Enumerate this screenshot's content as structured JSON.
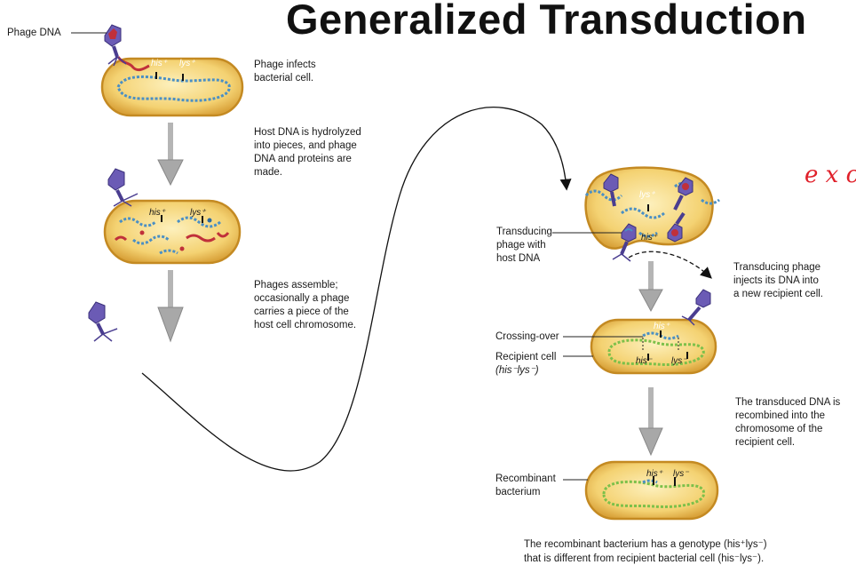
{
  "title": "Generalized Transduction",
  "handwriting": "e x c",
  "labels": {
    "phage_dna": "Phage DNA",
    "transducing_phage": [
      "Transducing",
      "phage with",
      "host DNA"
    ],
    "crossing_over": "Crossing-over",
    "recipient_cell": [
      "Recipient cell",
      "(his⁻lys⁻)"
    ],
    "recombinant_bacterium": [
      "Recombinant",
      "bacterium"
    ]
  },
  "gene_labels": {
    "his_plus": "his⁺",
    "lys_plus": "lys⁺",
    "his_minus": "his⁻",
    "lys_minus": "lys⁻"
  },
  "steps": {
    "infect": [
      "Phage infects",
      "bacterial cell."
    ],
    "hydrolyze": [
      "Host DNA is hydrolyzed",
      "into pieces, and phage",
      "DNA and proteins are",
      "made."
    ],
    "assemble": [
      "Phages assemble;",
      "occasionally a phage",
      "carries a piece of the",
      "host cell chromosome."
    ],
    "inject": [
      "Transducing phage",
      "injects its DNA into",
      "a new recipient cell."
    ],
    "recombine": [
      "The transduced DNA is",
      "recombined into the",
      "chromosome of the",
      "recipient cell."
    ]
  },
  "caption": {
    "line1": "The recombinant bacterium has a genotype (his⁺lys⁻)",
    "line2": "that is different from recipient bacterial cell (his⁻lys⁻)."
  },
  "colors": {
    "cell_fill": "#f0c85a",
    "cell_edge": "#c8952a",
    "cell_inner": "#fbe6a0",
    "host_dna": "#4a8fc4",
    "phage_dna": "#c0303a",
    "recipient_dna": "#7cc04a",
    "phage": "#6b5bb5",
    "arrow": "#a8a8a8",
    "handwriting": "#e0202a"
  }
}
